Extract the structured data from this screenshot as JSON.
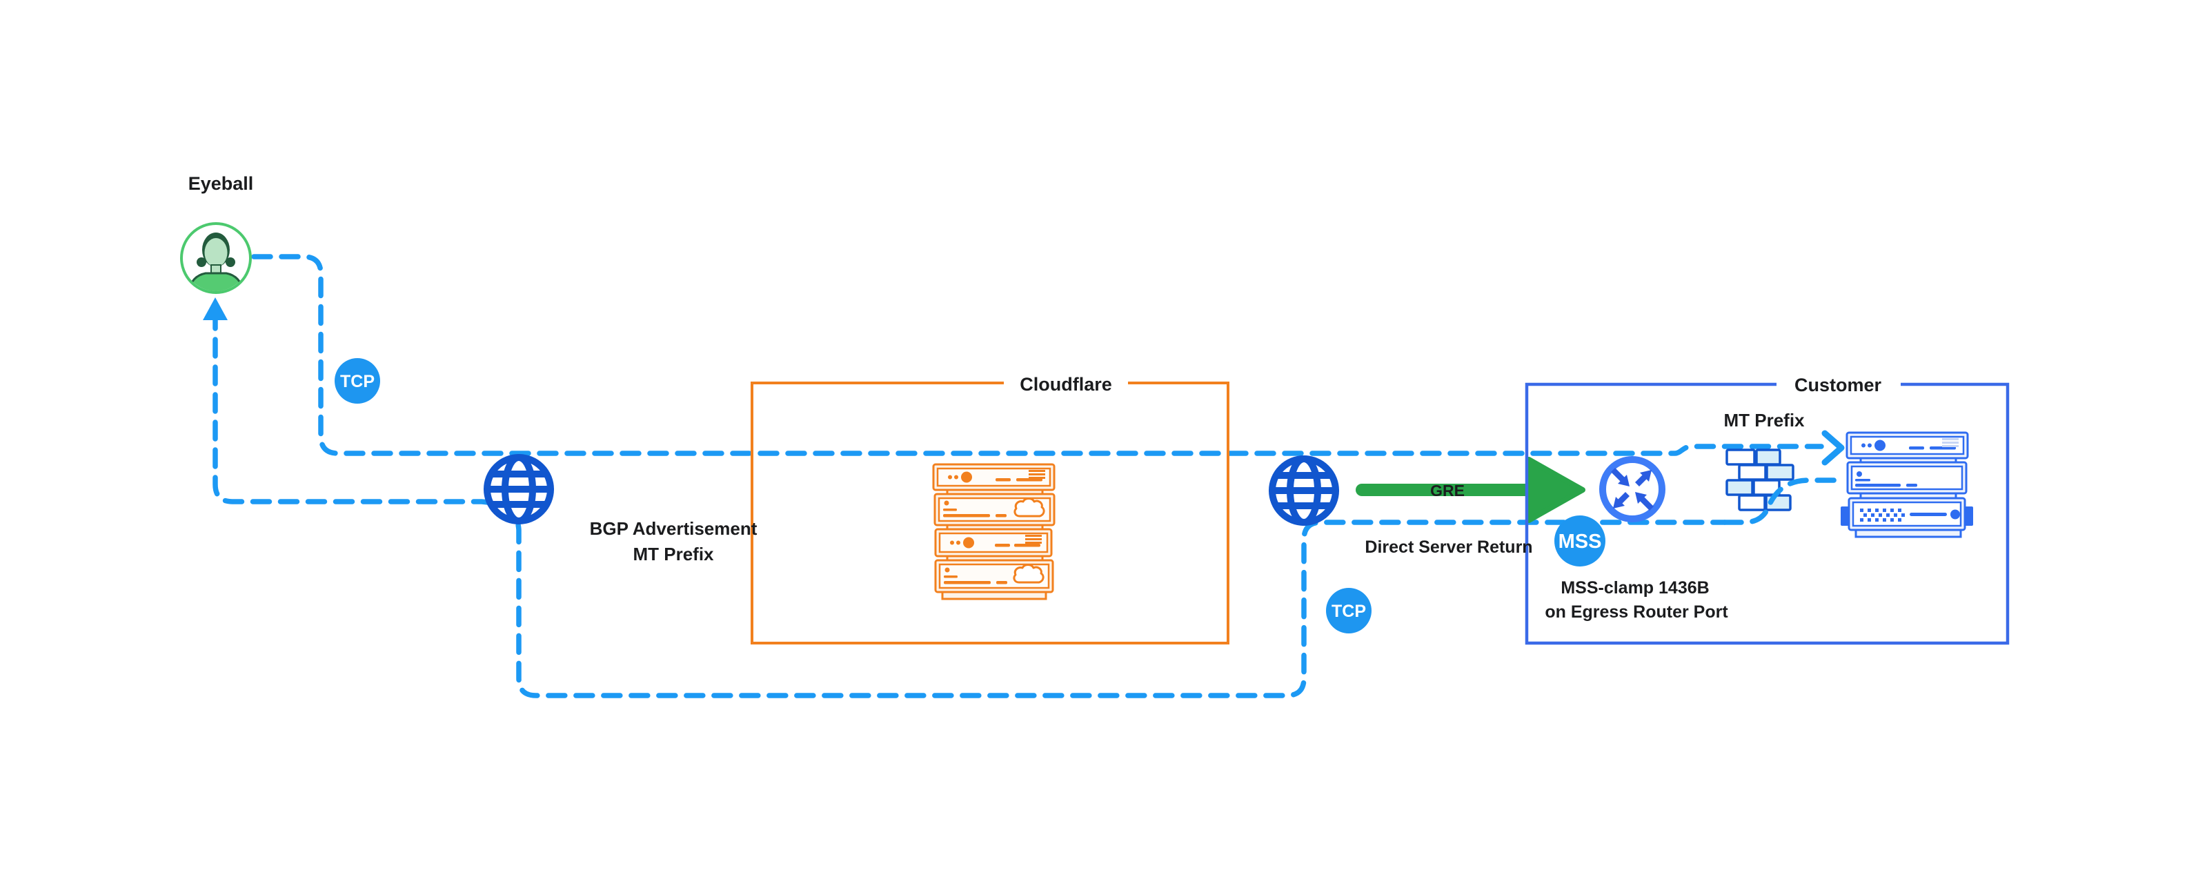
{
  "labels": {
    "eyeball": "Eyeball",
    "tcp": "TCP",
    "mss": "MSS",
    "gre": "GRE",
    "direct_server_return": "Direct Server Return",
    "bgp_advertisement_line1": "BGP Advertisement",
    "bgp_advertisement_line2": "MT Prefix",
    "cloudflare_box_title": "Cloudflare",
    "customer_box_title": "Customer",
    "customer_mt_prefix": "MT Prefix",
    "mss_clamp_line1": "MSS-clamp 1436B",
    "mss_clamp_line2": "on Egress Router Port"
  },
  "colors": {
    "dash_blue": "#1C99F4",
    "badge_blue": "#1E96F0",
    "globe_blue": "#1156CE",
    "router_ring_blue": "#3E7CF7",
    "router_arrow_blue": "#2A5CE0",
    "customer_border_blue": "#3A6AE8",
    "server_blue": "#2E6CF0",
    "server_fill_blue": "#EEF3FD",
    "server_detail_muted": "#C7D6F5",
    "firewall_brick_blue": "#1156CE",
    "firewall_brick_fill": "#D7EEF9",
    "cloudflare_orange": "#F2801E",
    "cloudflare_server_fill": "#FDF3E9",
    "green_arrow": "#29A449",
    "avatar_green": "#4CC96E",
    "avatar_green_dark": "#235B3D",
    "avatar_green_light": "#B9E3C4",
    "avatar_shirt_green": "#55CB72",
    "text_dark": "#1B1C1E",
    "background": "#FFFFFF"
  },
  "icons": {
    "user-avatar-icon": "person in green circle",
    "globe-icon": "internet globe",
    "router-icon": "circle with four diagonal arrows",
    "firewall-icon": "brick wall",
    "server-stack-icon": "rack server stack",
    "cloud-icon": "cloud outline on server face",
    "arrow-up-icon": "solid blue triangle pointing up",
    "arrow-right-chevron-icon": "blue chevron pointing right",
    "gre-arrow-icon": "thick green arrow pointing right"
  }
}
